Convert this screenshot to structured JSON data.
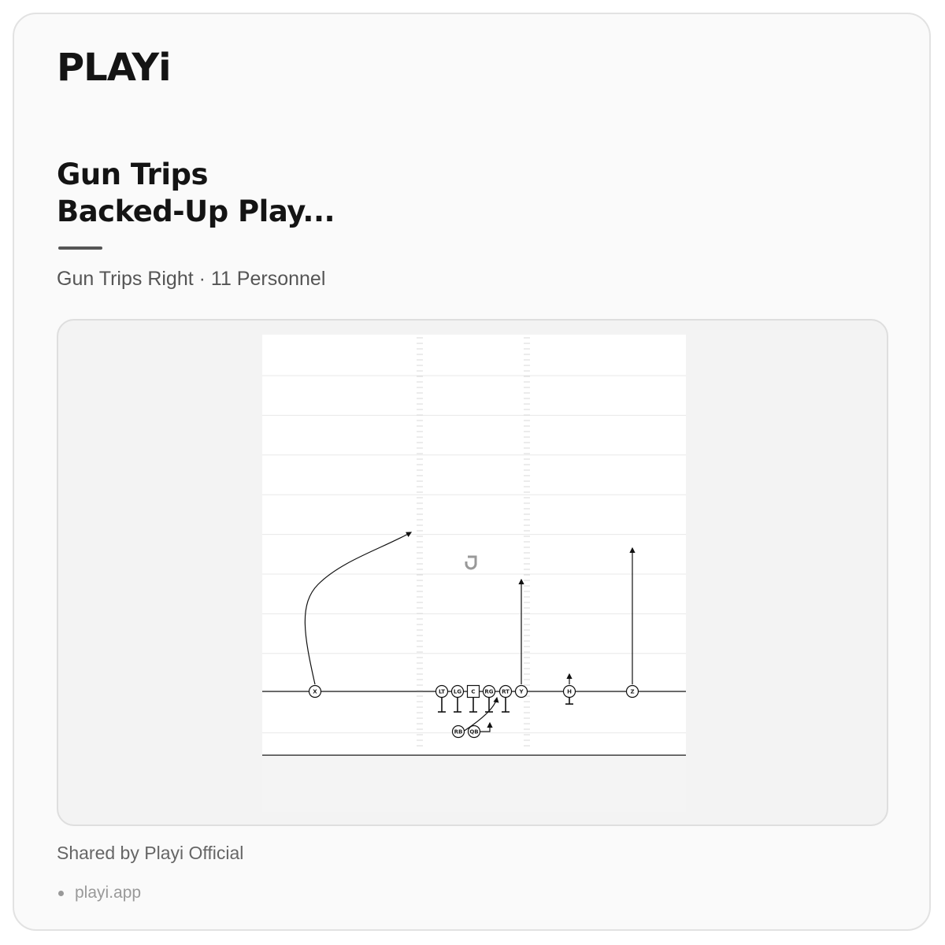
{
  "brand": {
    "logo_text": "PLAYi"
  },
  "play": {
    "title_line1": "Gun Trips",
    "title_line2": "Backed-Up Play...",
    "subtitle": "Gun Trips Right · 11 Personnel"
  },
  "diagram": {
    "watermark_icon": "playi-mark-icon",
    "players": [
      {
        "label": "X",
        "shape": "circle"
      },
      {
        "label": "LT",
        "shape": "circle"
      },
      {
        "label": "LG",
        "shape": "circle"
      },
      {
        "label": "C",
        "shape": "square"
      },
      {
        "label": "RG",
        "shape": "circle"
      },
      {
        "label": "RT",
        "shape": "circle"
      },
      {
        "label": "Y",
        "shape": "circle"
      },
      {
        "label": "H",
        "shape": "circle"
      },
      {
        "label": "Z",
        "shape": "circle"
      },
      {
        "label": "RB",
        "shape": "circle"
      },
      {
        "label": "QB",
        "shape": "circle"
      }
    ]
  },
  "footer": {
    "shared_by": "Shared by Playi Official",
    "link": "playi.app"
  }
}
